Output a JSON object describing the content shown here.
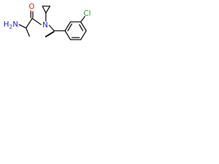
{
  "molecule": {
    "atoms": {
      "oxygen": "O",
      "amine": "H2N",
      "amine_h": "H",
      "amine_sub": "2",
      "amine_n": "N",
      "nitrogen": "N",
      "chlorine": "Cl"
    },
    "colors": {
      "bond": "#000000",
      "oxygen": "#e0201b",
      "nitrogen": "#1a1ae6",
      "chlorine": "#1f9a1f"
    }
  }
}
